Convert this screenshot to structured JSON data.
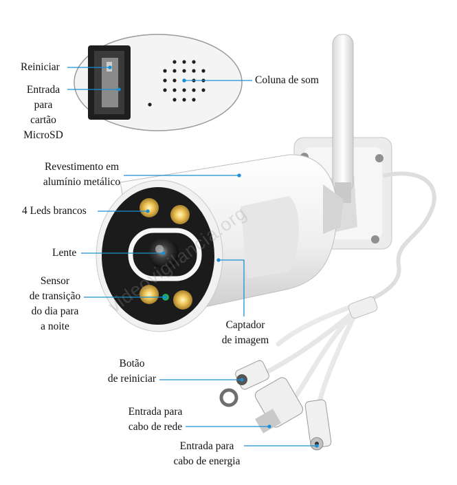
{
  "labels": {
    "reset": "Reiniciar",
    "sd_card": [
      "Entrada",
      "para",
      "cartão",
      "MicroSD"
    ],
    "speaker": "Coluna de som",
    "housing": [
      "Revestimento em",
      "alumínio metálico"
    ],
    "leds": "4 Leds brancos",
    "lens": "Lente",
    "day_night_sensor": [
      "Sensor",
      "de transição",
      "do dia para",
      "a noite"
    ],
    "image_sensor": [
      "Captador",
      "de imagem"
    ],
    "reset_button": [
      "Botão",
      "de reiniciar"
    ],
    "network_port": [
      "Entrada para",
      "cabo de rede"
    ],
    "power_port": [
      "Entrada para",
      "cabo de energia"
    ]
  },
  "watermark": "videovigilancia.org",
  "colors": {
    "callout_line": "#1a8fd6",
    "camera_body": "#f2f2f2",
    "camera_face": "#1b1b1b",
    "led": "#e7b949",
    "ir_ring": "#f7f7f7"
  }
}
